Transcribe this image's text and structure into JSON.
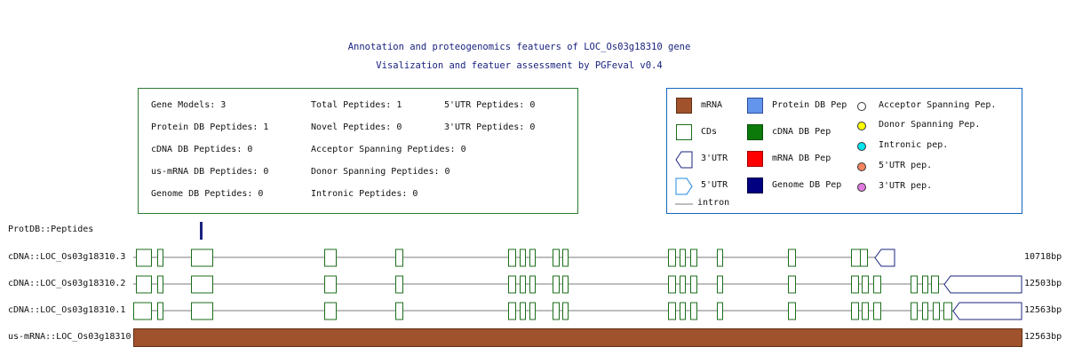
{
  "header": {
    "title": "Annotation and proteogenomics featuers of LOC_Os03g18310 gene",
    "subtitle": "Visalization and featuer assessment by PGFeval v0.4"
  },
  "stats": {
    "gene_models": "Gene Models: 3",
    "total_peptides": "Total Peptides: 1",
    "utr5_peptides": "5'UTR Peptides: 0",
    "protein_db_peptides": "Protein DB Peptides: 1",
    "novel_peptides": "Novel Peptides: 0",
    "utr3_peptides": "3'UTR Peptides: 0",
    "cdna_db_peptides": "cDNA DB Peptides: 0",
    "acceptor_spanning_peptides": "Acceptor Spanning Peptides: 0",
    "us_mrna_db_peptides": "us-mRNA DB Peptides: 0",
    "donor_spanning_peptides": "Donor Spanning Peptides: 0",
    "genome_db_peptides": "Genome DB Peptides: 0",
    "intronic_peptides": "Intronic Peptides: 0"
  },
  "legend": {
    "mrna": "mRNA",
    "cds": "CDs",
    "utr3": "3'UTR",
    "utr5": "5'UTR",
    "intron": "intron",
    "protein_db_pep": "Protein DB Pep",
    "cdna_db_pep": "cDNA DB Pep",
    "mrna_db_pep": "mRNA DB Pep",
    "genome_db_pep": "Genome DB Pep",
    "acceptor_spanning": "Acceptor Spanning Pep.",
    "donor_spanning": "Donor Spanning Pep.",
    "intronic_pep": "Intronic pep.",
    "utr5_pep": "5'UTR pep.",
    "utr3_pep": "3'UTR pep."
  },
  "colors": {
    "mrna": "#a0522d",
    "cds_border": "#1b6e1b",
    "utr_border": "#1a237e",
    "protein_db": "#6495ed",
    "cdna_db": "#0b7a0b",
    "mrna_db": "#ff0000",
    "genome_db": "#000080",
    "acceptor": "#ffffff",
    "donor": "#ffff00",
    "intronic": "#00e5ee",
    "utr5_pep": "#f4845f",
    "utr3_pep": "#e07ae0",
    "intron_line": "#bdbdbd",
    "peptide": "#1a237e"
  },
  "tracks": {
    "peptides": {
      "label": "ProtDB::Peptides"
    },
    "t3": {
      "label": "cDNA::LOC_Os03g18310.3",
      "length": "10718bp"
    },
    "t2": {
      "label": "cDNA::LOC_Os03g18310.2",
      "length": "12503bp"
    },
    "t1": {
      "label": "cDNA::LOC_Os03g18310.1",
      "length": "12563bp"
    },
    "mrna": {
      "label": "us-mRNA::LOC_Os03g18310",
      "length": "12563bp"
    }
  }
}
